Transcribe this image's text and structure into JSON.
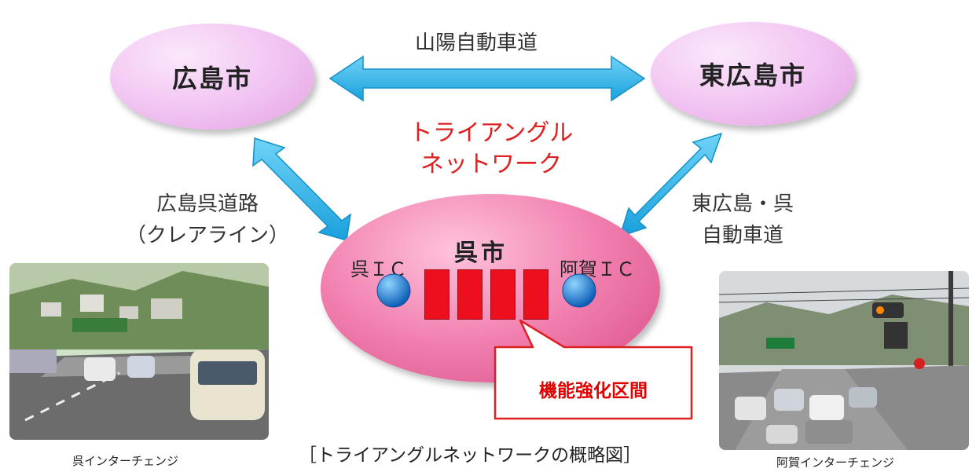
{
  "cities": {
    "hiroshima": "広島市",
    "higashi_hiroshima": "東広島市",
    "kure": "呉市"
  },
  "roads": {
    "sanyo": "山陽自動車道",
    "hiroshima_kure_line1": "広島呉道路",
    "hiroshima_kure_line2": "（クレアライン）",
    "higashi_kure_line1": "東広島・呉",
    "higashi_kure_line2": "自動車道"
  },
  "network_label": {
    "line1": "トライアングル",
    "line2": "ネットワーク"
  },
  "interchanges": {
    "kure_ic": "呉ＩＣ",
    "aga_ic": "阿賀ＩＣ"
  },
  "callout": "機能強化区間",
  "figure_caption": "［トライアングルネットワークの概略図］",
  "photos": {
    "left_caption": "呉インターチェンジ",
    "right_caption": "阿賀インターチェンジ"
  },
  "colors": {
    "arrow": "#2db7ec",
    "city_pink": "#f1c2f1",
    "kure_pink": "#f17fae",
    "accent_red": "#e02020",
    "ic_blue": "#1f7fd6"
  }
}
